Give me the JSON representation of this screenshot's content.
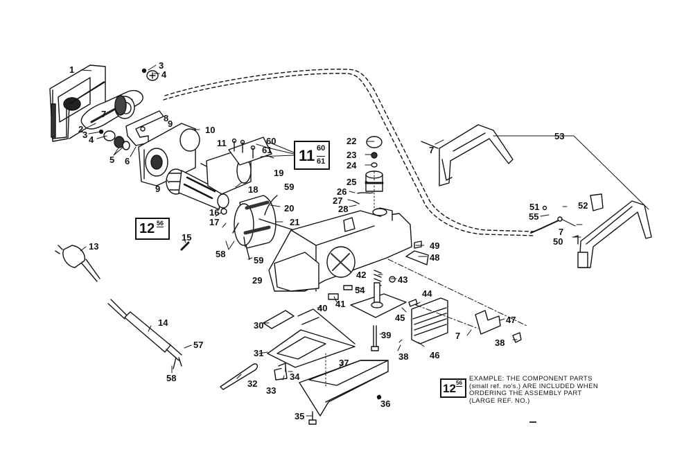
{
  "diagram": {
    "title": "Exploded parts diagram - power planer",
    "callouts": [
      {
        "id": "c1",
        "label": "1"
      },
      {
        "id": "c2",
        "label": "2"
      },
      {
        "id": "c3a",
        "label": "3"
      },
      {
        "id": "c3b",
        "label": "3"
      },
      {
        "id": "c4a",
        "label": "4"
      },
      {
        "id": "c4b",
        "label": "4"
      },
      {
        "id": "c5",
        "label": "5"
      },
      {
        "id": "c6",
        "label": "6"
      },
      {
        "id": "c7a",
        "label": "7"
      },
      {
        "id": "c7b",
        "label": "7"
      },
      {
        "id": "c7c",
        "label": "7"
      },
      {
        "id": "c7d",
        "label": "7"
      },
      {
        "id": "c8",
        "label": "8"
      },
      {
        "id": "c9a",
        "label": "9"
      },
      {
        "id": "c9b",
        "label": "9"
      },
      {
        "id": "c10",
        "label": "10"
      },
      {
        "id": "c11",
        "label": "11"
      },
      {
        "id": "c13",
        "label": "13"
      },
      {
        "id": "c14",
        "label": "14"
      },
      {
        "id": "c15",
        "label": "15"
      },
      {
        "id": "c16",
        "label": "16"
      },
      {
        "id": "c17",
        "label": "17"
      },
      {
        "id": "c18",
        "label": "18"
      },
      {
        "id": "c19",
        "label": "19"
      },
      {
        "id": "c20",
        "label": "20"
      },
      {
        "id": "c21",
        "label": "21"
      },
      {
        "id": "c22",
        "label": "22"
      },
      {
        "id": "c23",
        "label": "23"
      },
      {
        "id": "c24",
        "label": "24"
      },
      {
        "id": "c25",
        "label": "25"
      },
      {
        "id": "c26",
        "label": "26"
      },
      {
        "id": "c27",
        "label": "27"
      },
      {
        "id": "c28",
        "label": "28"
      },
      {
        "id": "c29",
        "label": "29"
      },
      {
        "id": "c30",
        "label": "30"
      },
      {
        "id": "c31",
        "label": "31"
      },
      {
        "id": "c32",
        "label": "32"
      },
      {
        "id": "c33",
        "label": "33"
      },
      {
        "id": "c34",
        "label": "34"
      },
      {
        "id": "c35",
        "label": "35"
      },
      {
        "id": "c36",
        "label": "36"
      },
      {
        "id": "c37",
        "label": "37"
      },
      {
        "id": "c38a",
        "label": "38"
      },
      {
        "id": "c38b",
        "label": "38"
      },
      {
        "id": "c39",
        "label": "39"
      },
      {
        "id": "c40",
        "label": "40"
      },
      {
        "id": "c41",
        "label": "41"
      },
      {
        "id": "c42",
        "label": "42"
      },
      {
        "id": "c43",
        "label": "43"
      },
      {
        "id": "c44",
        "label": "44"
      },
      {
        "id": "c45",
        "label": "45"
      },
      {
        "id": "c46",
        "label": "46"
      },
      {
        "id": "c47",
        "label": "47"
      },
      {
        "id": "c48",
        "label": "48"
      },
      {
        "id": "c49",
        "label": "49"
      },
      {
        "id": "c50",
        "label": "50"
      },
      {
        "id": "c51",
        "label": "51"
      },
      {
        "id": "c52",
        "label": "52"
      },
      {
        "id": "c53",
        "label": "53"
      },
      {
        "id": "c54",
        "label": "54"
      },
      {
        "id": "c55",
        "label": "55"
      },
      {
        "id": "c57",
        "label": "57"
      },
      {
        "id": "c58a",
        "label": "58"
      },
      {
        "id": "c58b",
        "label": "58"
      },
      {
        "id": "c59a",
        "label": "59"
      },
      {
        "id": "c59b",
        "label": "59"
      },
      {
        "id": "c60",
        "label": "60"
      },
      {
        "id": "c61",
        "label": "61"
      }
    ],
    "assembly_boxes": [
      {
        "id": "box11",
        "large": "11",
        "small_top": "60",
        "small_bottom": "61"
      },
      {
        "id": "box12",
        "large": "12",
        "small_top": "56",
        "small_bottom": ""
      },
      {
        "id": "box12ex",
        "large": "12",
        "small_top": "56",
        "small_bottom": ""
      }
    ],
    "note": {
      "lines": [
        "EXAMPLE: THE COMPONENT PARTS",
        "(small ref. no's.) ARE INCLUDED WHEN",
        "ORDERING THE ASSEMBLY PART",
        "(LARGE REF. NO.)"
      ]
    },
    "colors": {
      "ink": "#111111",
      "paper": "#ffffff"
    }
  }
}
